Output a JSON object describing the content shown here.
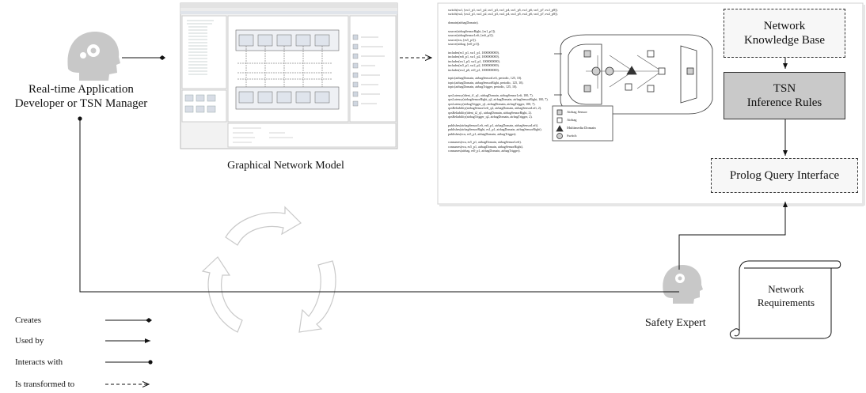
{
  "actors": {
    "developer": "Real-time Application\nDeveloper or TSN Manager",
    "safety_expert": "Safety Expert"
  },
  "graphical_model_caption": "Graphical Network Model",
  "knowledge_panel": {
    "knowledge_base": "Network\nKnowledge Base",
    "inference_rules": "TSN\nInference Rules",
    "query_interface": "Prolog Query Interface"
  },
  "requirements_scroll": "Network\nRequirements",
  "legend": [
    {
      "label": "Creates",
      "line": "solid",
      "end": "diamond"
    },
    {
      "label": "Used by",
      "line": "solid",
      "end": "arrow"
    },
    {
      "label": "Interacts with",
      "line": "solid",
      "end": "dot"
    },
    {
      "label": "Is transformed to",
      "line": "dashed",
      "end": "open-arrow"
    }
  ],
  "prolog_code_lines": [
    "switch(sw1, [sw1_p1, sw1_p2, sw1_p3, sw1_p4, sw1_p5, sw1_p6, sw1_p7, sw1_p8]).",
    "switch(sw2, [sw2_p1, sw2_p2, sw2_p3, sw2_p4, sw2_p5, sw2_p6, sw2_p7, sw2_p8]).",
    "",
    "domain(airbagDomain).",
    "",
    "source(airbagSensorRight, [es1_p1]).",
    "source(airbagSensorLeft, [es6_p1]).",
    "source(ecu, [es5_p1]).",
    "source(airbag, [es9_p1]).",
    "",
    "includes(es1_p1, sw1_p1, 1000000000).",
    "includes(es6_p1, sw1_p2, 1000000000).",
    "includes(sw1_p3, sw2_p1, 1000000000).",
    "includes(es5_p1, sw2_p2, 1000000000).",
    "includes(sw2_p6, es9_p1, 1000000000).",
    "",
    "topic(airbagDomain, airbagSensorLeft, periodic, 125, 10).",
    "topic(airbagDomain, airbagSensorRight, periodic, 125, 10).",
    "topic(airbagDomain, airbagTrigger, periodic, 125, 10).",
    "",
    "qosLatency(ident_t1_q1, airbagDomain, airbagSensorLeft, 100, 7).",
    "qosLatency(airbagSensorRight_q2, airbagDomain, airbagSensorRight, 100, 7).",
    "qosLatency(airbagTrigger_q1, airbagDomain, airbagTrigger, 100, 7).",
    "qosReliability(airbagSensorLeft_q2, airbagDomain, airbagSensorLeft, 2).",
    "qosReliability(ident_t2_q1, airbagDomain, airbagSensorRight, 2).",
    "qosReliability(airbagTrigger_q2, airbagDomain, airbagTrigger, 2).",
    "",
    "publishes(airbagSensorLeft, es6_p1, airbagDomain, airbagSensorLeft).",
    "publishes(airbagSensorRight, es1_p1, airbagDomain, airbagSensorRight).",
    "publishes(ecu, es5_p1, airbagDomain, airbagTrigger).",
    "",
    "consumes(ecu, es5_p1, airbagDomain, airbagSensorLeft).",
    "consumes(ecu, es5_p1, airbagDomain, airbagSensorRight).",
    "consumes(airbag, es9_p1, airbagDomain, airbagTrigger)."
  ],
  "car_legend": [
    "Airbag Sensor",
    "Airbag",
    "Multimedia Domain",
    "Switch"
  ],
  "colors": {
    "line": "#111111",
    "box_fill": "#f7f7f7",
    "rules_fill": "#c9c9c9",
    "icon": "#c8c8c8"
  },
  "icons": [
    "head-gear-icon",
    "recycle-arrows-icon",
    "scroll-icon",
    "car-icon"
  ]
}
